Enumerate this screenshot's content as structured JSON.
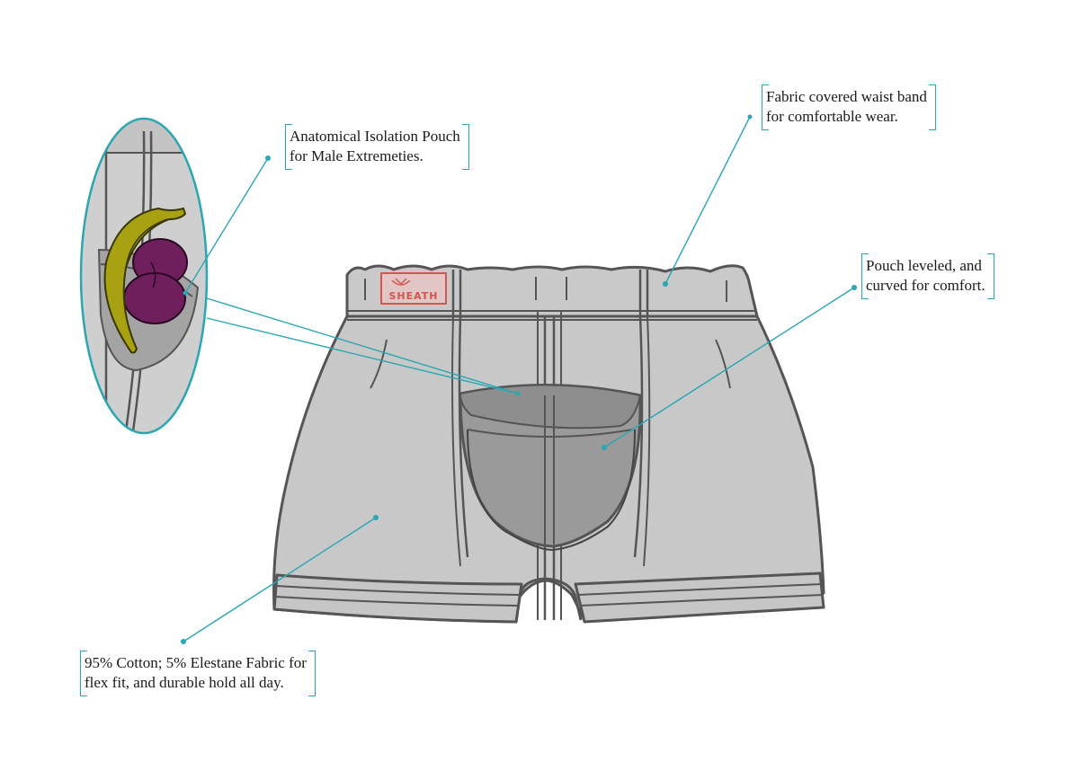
{
  "callouts": {
    "pouch": {
      "line1": "Anatomical Isolation Pouch",
      "line2": "for Male Extremeties."
    },
    "waistband": {
      "line1": "Fabric covered waist band",
      "line2": "for comfortable wear."
    },
    "curve": {
      "line1": "Pouch leveled, and",
      "line2": "curved for comfort."
    },
    "fabric": {
      "line1": "95% Cotton; 5% Elestane Fabric for",
      "line2": "flex fit, and durable hold all day."
    }
  },
  "brand": {
    "logo_text": "SHEATH"
  },
  "colors": {
    "accent": "#2ba6b3",
    "garment_fill": "#c8c8c8",
    "garment_outline": "#555555",
    "pouch_fill": "#9a9a9a",
    "logo": "#d9534f",
    "banana": "#a8a112",
    "plum": "#6e1f5c"
  },
  "icons": [
    "banana-icon",
    "plum-icon",
    "sheath-logo-icon"
  ]
}
